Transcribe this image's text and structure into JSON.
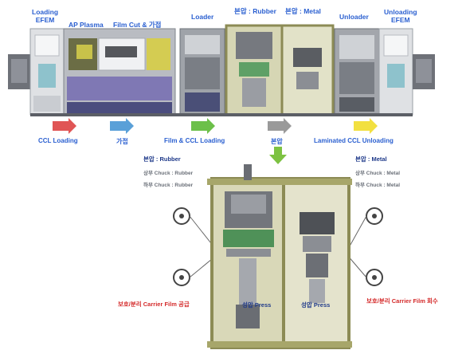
{
  "top_labels": {
    "loading_efem_line1": "Loading",
    "loading_efem_line2": "EFEM",
    "ap_plasma": "AP Plasma",
    "film_cut": "Film Cut & 가접",
    "loader": "Loader",
    "bonding_rubber": "본압 : Rubber",
    "bonding_metal": "본압 : Metal",
    "unloader": "Unloader",
    "unloading_efem_line1": "Unloading",
    "unloading_efem_line2": "EFEM"
  },
  "process_steps": [
    {
      "label": "CCL Loading",
      "color": "#e05555"
    },
    {
      "label": "가접",
      "color": "#5aa0d8"
    },
    {
      "label": "Film & CCL Loading",
      "color": "#6cc04a"
    },
    {
      "label": "본압",
      "color": "#9a9a9a"
    },
    {
      "label": "Laminated CCL Unloading",
      "color": "#f2e040"
    }
  ],
  "detail": {
    "rubber_title": "본압 : Rubber",
    "rubber_upper": "상부 Chuck : Rubber",
    "rubber_lower": "하부 Chuck : Rubber",
    "metal_title": "본압 : Metal",
    "metal_upper": "상부 Chuck : Metal",
    "metal_lower": "하부 Chuck : Metal",
    "press_left": "성압 Press",
    "press_right": "성압 Press",
    "carrier_supply": "보호/분리 Carrier Film 공급",
    "carrier_recover": "보호/분리 Carrier Film 회수"
  },
  "colors": {
    "frame_olive": "#a7a66a",
    "machine_gray": "#8d9097",
    "blue_label": "#2a5fd0",
    "red_label": "#d42a2a",
    "down_arrow": "#7dc242"
  }
}
